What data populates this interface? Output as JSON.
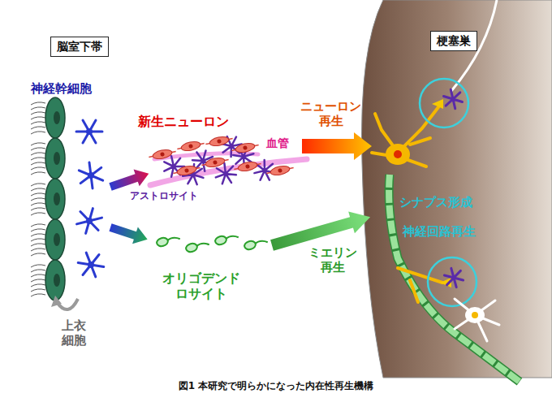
{
  "diagram": {
    "caption": "図1 本研究で明らかになった内在性再生機構",
    "nodes": [
      {
        "text": [
          "脳室下帯"
        ]
      },
      {
        "text": [
          "梗塞巣"
        ]
      }
    ],
    "labels": [
      "神経幹細胞",
      "新生ニューロン",
      "血管",
      "アストロサイト",
      "オリゴデンド ロサイト",
      "上衣 細胞",
      "ニューロン 再生",
      "ミエリン 再生",
      "シナプス形成",
      "神経回路再生"
    ]
  }
}
